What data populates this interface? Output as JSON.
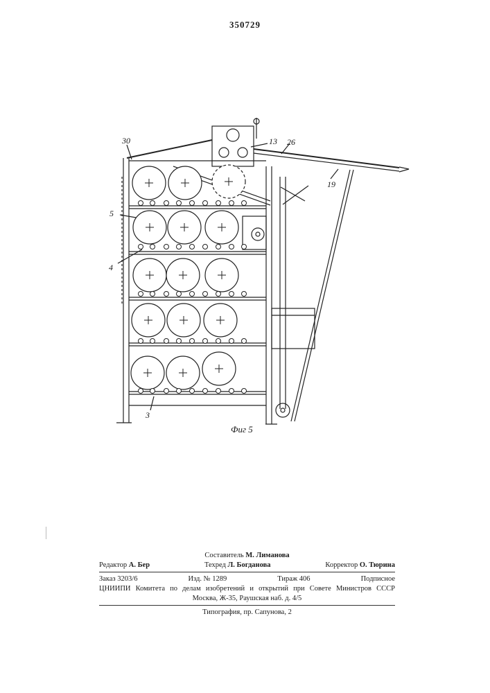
{
  "patent_number": "350729",
  "figure": {
    "caption": "Фиг 5",
    "labels": [
      {
        "id": "l30",
        "text": "30"
      },
      {
        "id": "l13",
        "text": "13"
      },
      {
        "id": "l26",
        "text": "26"
      },
      {
        "id": "l19",
        "text": "19"
      },
      {
        "id": "l5",
        "text": "5"
      },
      {
        "id": "l4",
        "text": "4"
      },
      {
        "id": "l3",
        "text": "3"
      }
    ]
  },
  "colophon": {
    "compiler_label": "Составитель",
    "compiler_name": "М. Лиманова",
    "editor_label": "Редактор",
    "editor_name": "А. Бер",
    "techred_label": "Техред",
    "techred_name": "Л. Богданова",
    "corrector_label": "Корректор",
    "corrector_name": "О. Тюрина",
    "order": "Заказ 3203/6",
    "edition": "Изд. № 1289",
    "circulation": "Тираж 406",
    "subscription": "Подписное",
    "org_org": "ЦНИИПИ",
    "org_1": "Комитета",
    "org_2": "по",
    "org_3": "делам",
    "org_4": "изобретений",
    "org_5": "и",
    "org_6": "открытий",
    "org_7": "при",
    "org_8": "Совете",
    "org_9": "Министров",
    "org_10": "СССР",
    "address": "Москва, Ж-35, Раушская наб. д. 4/5",
    "printer": "Типография, пр. Сапунова, 2"
  }
}
